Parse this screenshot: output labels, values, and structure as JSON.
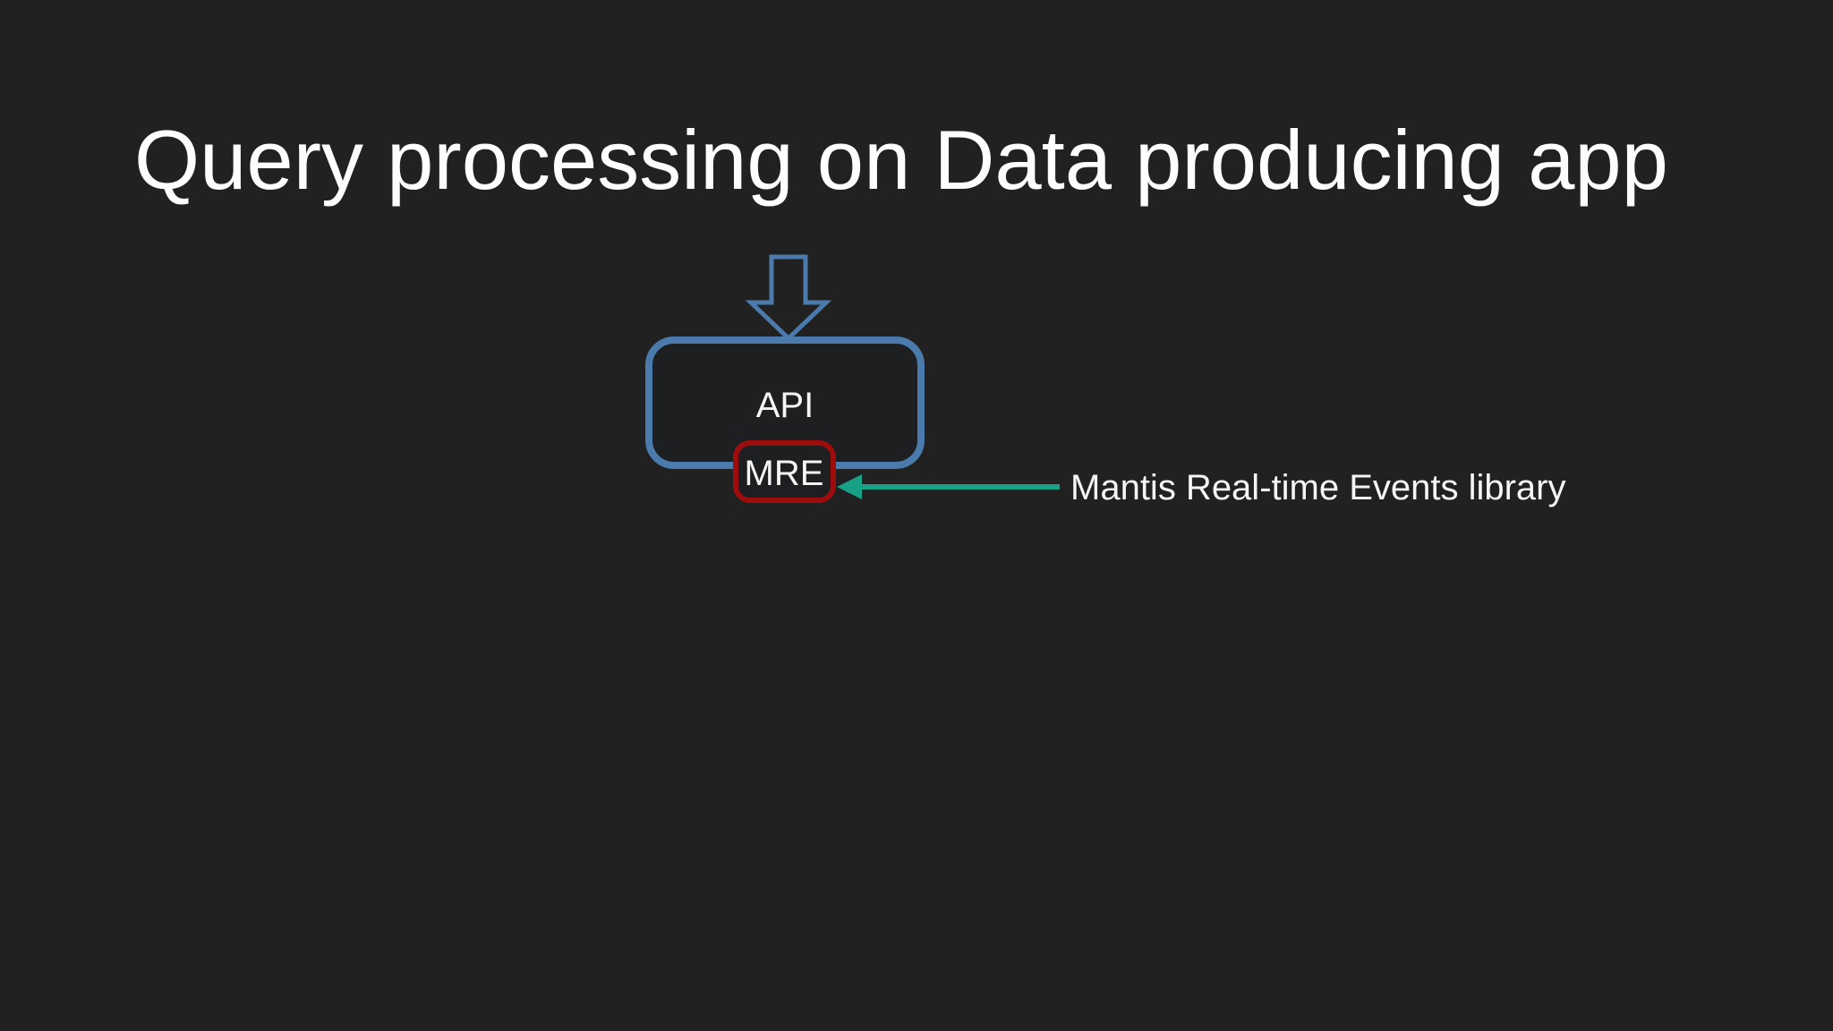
{
  "slide": {
    "title": "Query processing on Data producing app",
    "diagram": {
      "incoming_arrow_icon": "block-arrow-down",
      "api_box": {
        "label": "API"
      },
      "mre_box": {
        "label": "MRE"
      },
      "annotation": {
        "label": "Mantis Real-time Events library",
        "arrow_icon": "arrow-left"
      }
    },
    "colors": {
      "background": "#212121",
      "box_fill": "#1d1f20",
      "api_border_blue": "#4a7bac",
      "mre_border_red": "#9e0d0d",
      "annotation_arrow_green": "#18a185",
      "text_white": "#f5f5f5"
    }
  }
}
